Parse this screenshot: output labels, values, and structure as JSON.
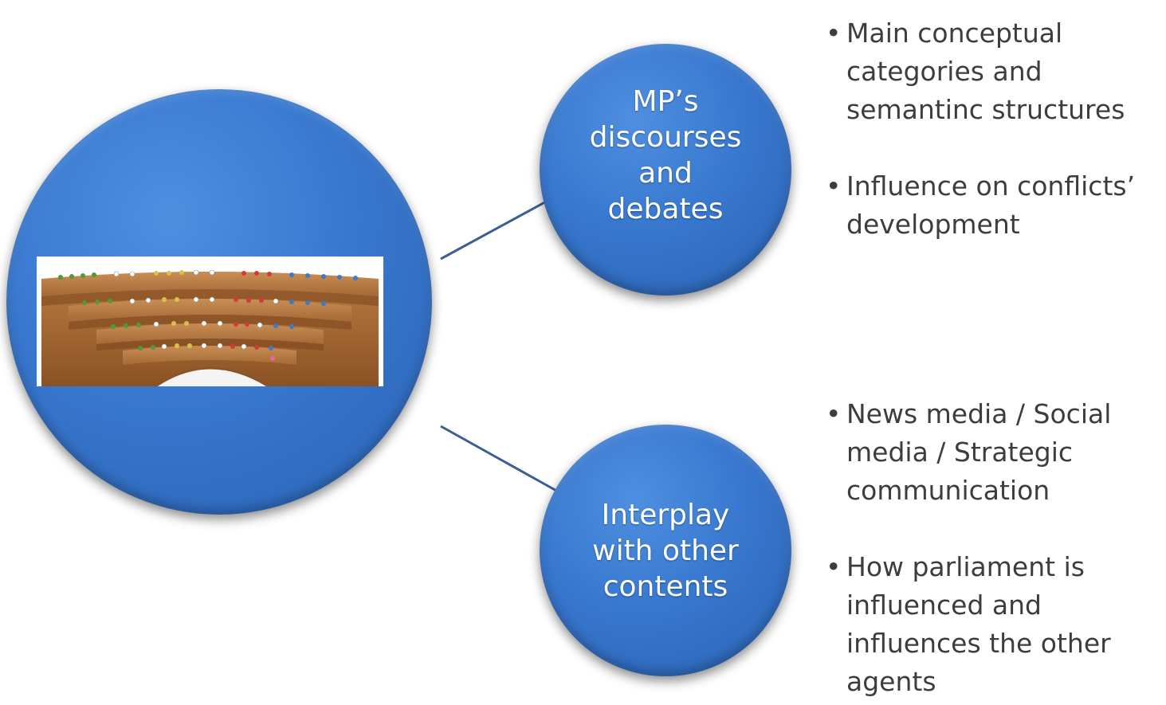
{
  "diagram": {
    "top_node": {
      "label": "MP’s\ndiscourses\nand\ndebates"
    },
    "bottom_node": {
      "label": "Interplay\nwith other\ncontents"
    },
    "top_bullets": [
      "Main conceptual\ncategories and\nsemantinc structures",
      "Influence on conflicts’\ndevelopment"
    ],
    "bottom_bullets": [
      "News media / Social\nmedia / Strategic\ncommunication",
      "How parliament is\ninfluenced and\ninfluences the other\nagents"
    ]
  },
  "colors": {
    "circle_blue": "#3878cf",
    "connector": "#3b5f92",
    "text_dark": "#3d3d3d"
  },
  "image": {
    "icon": "parliament-hemicycle-icon"
  }
}
